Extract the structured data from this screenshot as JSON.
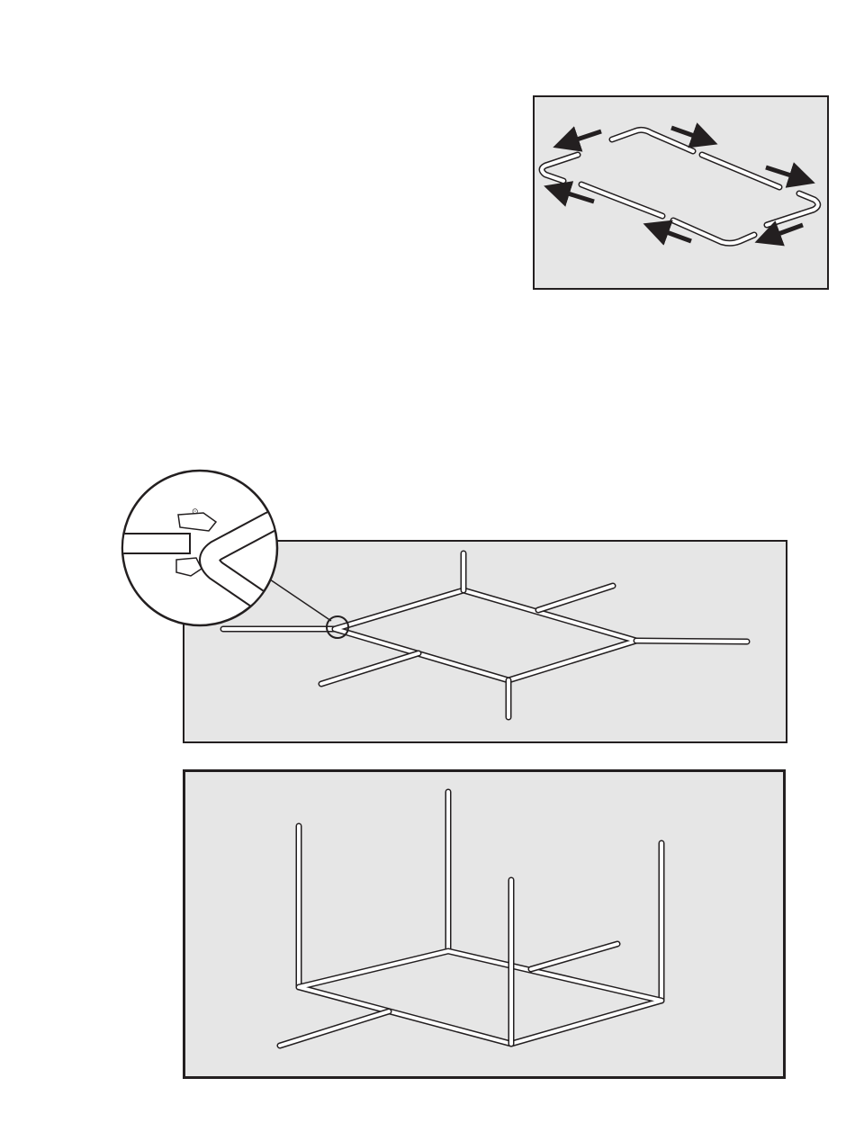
{
  "page": {
    "background": "#ffffff",
    "panel_fill": "#e6e6e6",
    "line_color": "#231f20"
  },
  "figures": [
    {
      "id": "frame-assembly-exploded",
      "icon": "arrows-joining-pipes"
    },
    {
      "id": "base-frame-with-detail",
      "icon": "magnifier-detail-circle"
    },
    {
      "id": "frame-with-upright-legs",
      "icon": "pipe-frame"
    }
  ],
  "detail_callout": {
    "glyph": "⊙"
  }
}
